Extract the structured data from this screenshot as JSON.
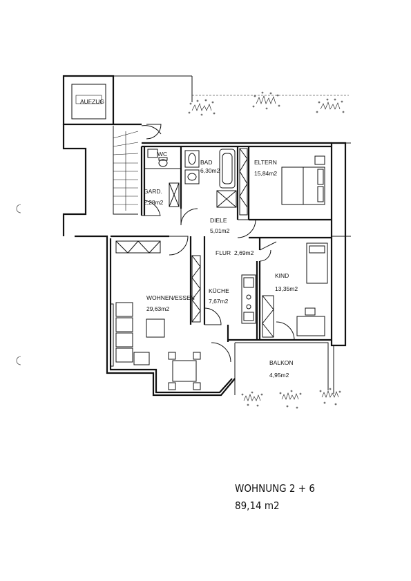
{
  "rooms": {
    "aufzug": "AUFZUG",
    "wc": "WC",
    "bad_name": "BAD",
    "bad_area": "6,30m2",
    "eltern_name": "ELTERN",
    "eltern_area": "15,84m2",
    "gard_name": "GARD.",
    "gard_area": "2,28m2",
    "diele_name": "DIELE",
    "diele_area": "5,01m2",
    "flur_name": "FLUR",
    "flur_area": "2,69m2",
    "kind_name": "KIND",
    "kind_area": "13,35m2",
    "wohnen_name": "WOHNEN/ESSEN",
    "wohnen_area": "29,63m2",
    "kueche_name": "KÜCHE",
    "kueche_area": "7,67m2",
    "balkon_name": "BALKON",
    "balkon_area": "4,95m2"
  },
  "footer": {
    "unit": "WOHNUNG 2 + 6",
    "total": "89,14 m2"
  }
}
